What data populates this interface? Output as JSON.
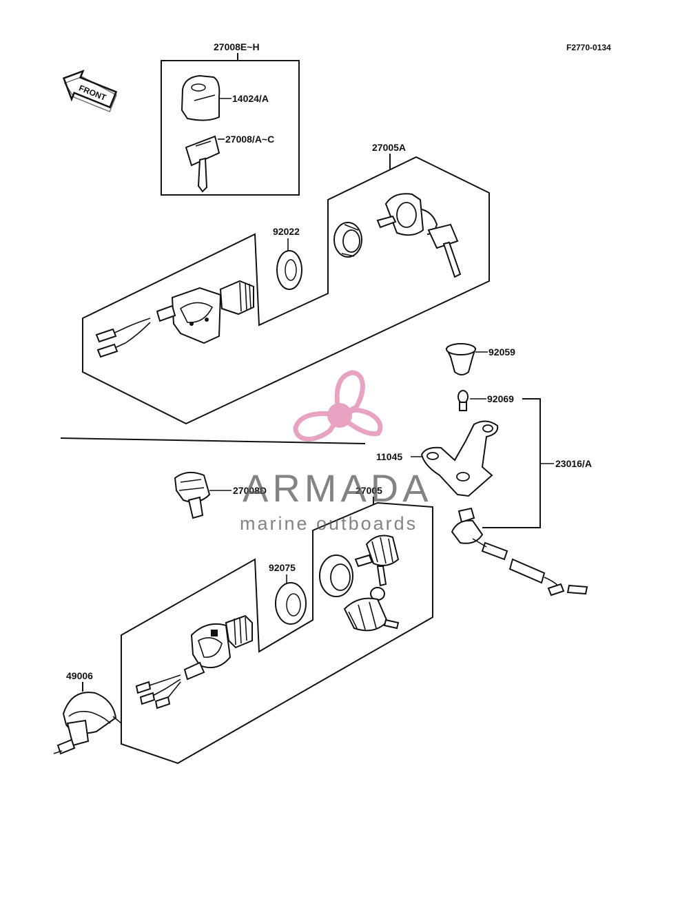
{
  "figure_code": "F2770-0134",
  "front_arrow_label": "FRONT",
  "callouts": {
    "key_set": "27008E~H",
    "key_cover": "14024/A",
    "key": "27008/A~C",
    "switch_set_a": "27005A",
    "washer_a": "92022",
    "grommet": "92059",
    "bulb": "92069",
    "bracket": "11045",
    "lamp_assembly": "23016/A",
    "key_blank": "27008D",
    "switch_set": "27005",
    "washer": "92075",
    "cap": "49006"
  },
  "watermark": {
    "brand": "ARMADA",
    "tagline": "marine outboards",
    "accent_color": "#e8a3c3"
  }
}
